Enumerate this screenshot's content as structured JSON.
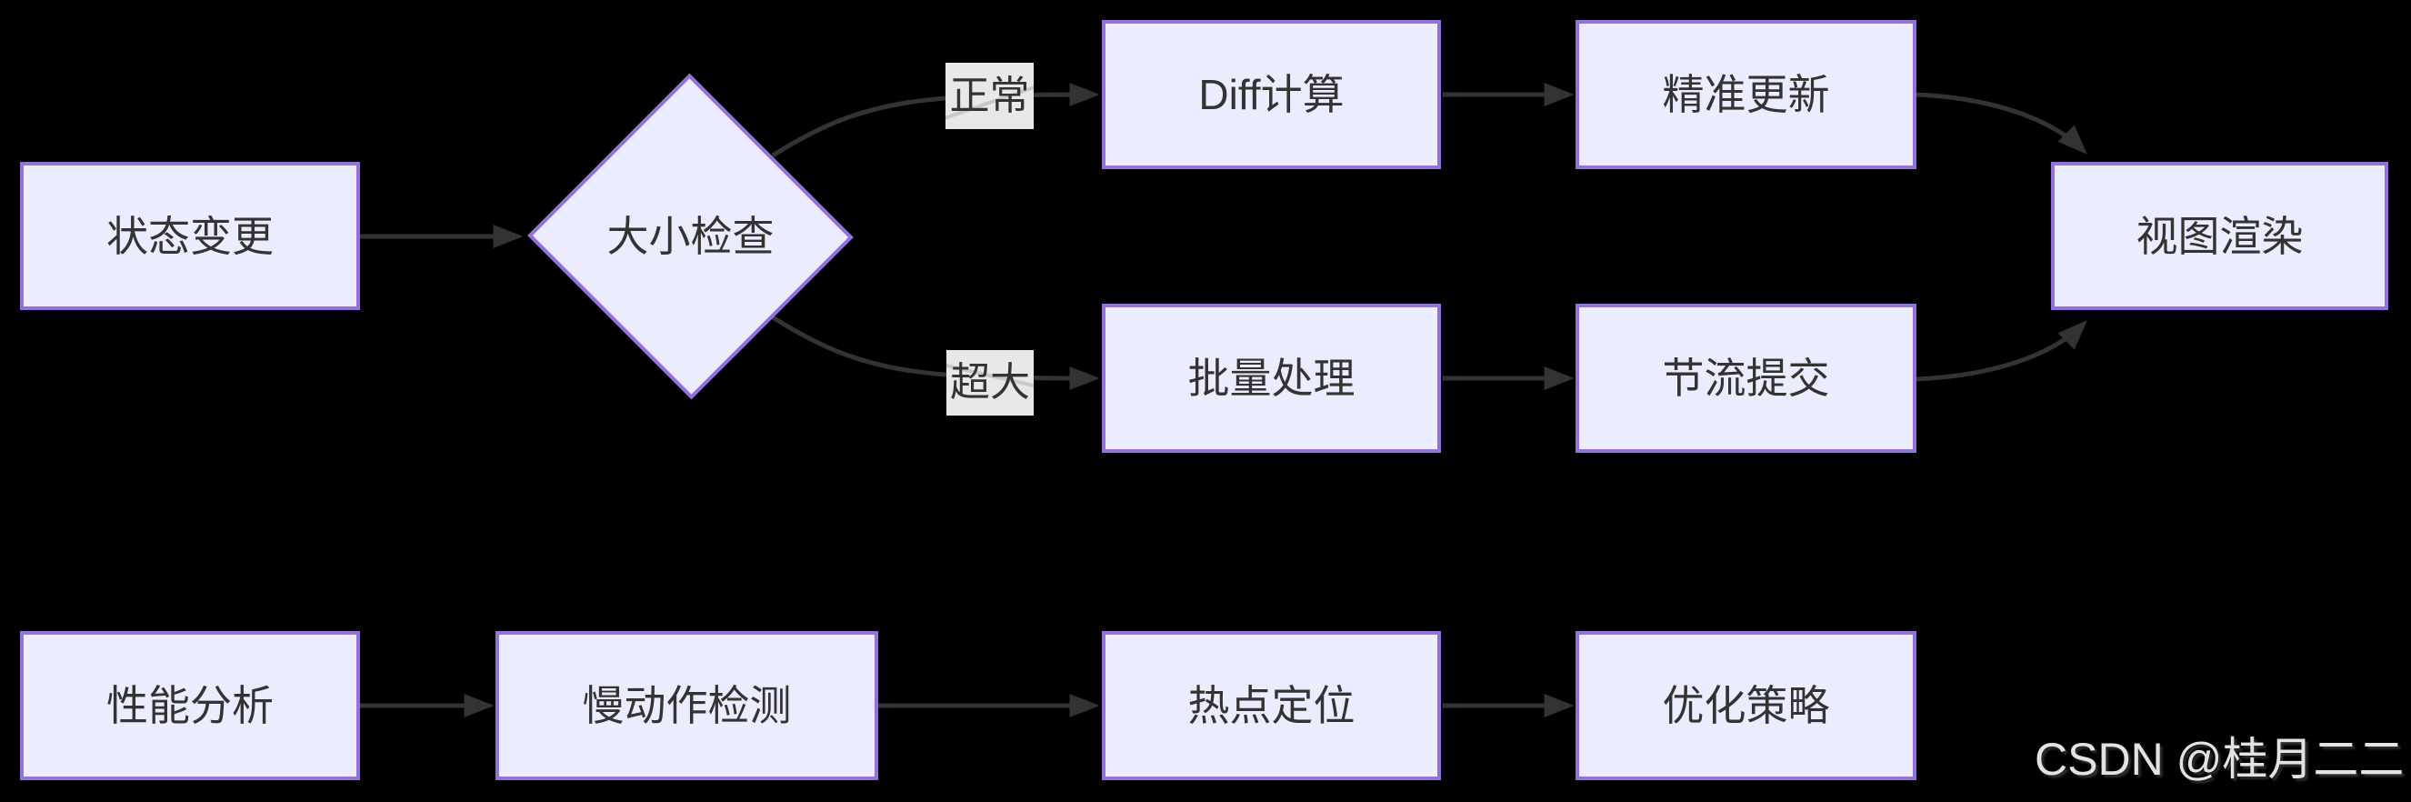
{
  "diagram": {
    "type": "flowchart",
    "background": "#000000",
    "colors": {
      "node_fill": "#ECECFF",
      "node_border": "#9370DB",
      "edge_line": "#333333",
      "node_text": "#333333",
      "edge_label_bg": "#e8e8e8",
      "watermark_text": "#e3e3e3"
    },
    "nodes": {
      "state_change": {
        "label": "状态变更",
        "shape": "rect"
      },
      "size_check": {
        "label": "大小检查",
        "shape": "diamond"
      },
      "diff_calc": {
        "label": "Diff计算",
        "shape": "rect"
      },
      "precise_update": {
        "label": "精准更新",
        "shape": "rect"
      },
      "view_render": {
        "label": "视图渲染",
        "shape": "rect"
      },
      "batch_process": {
        "label": "批量处理",
        "shape": "rect"
      },
      "throttle_commit": {
        "label": "节流提交",
        "shape": "rect"
      },
      "perf_analysis": {
        "label": "性能分析",
        "shape": "rect"
      },
      "slow_action_detect": {
        "label": "慢动作检测",
        "shape": "rect"
      },
      "hotspot_locate": {
        "label": "热点定位",
        "shape": "rect"
      },
      "optimize_strategy": {
        "label": "优化策略",
        "shape": "rect"
      }
    },
    "edge_labels": {
      "normal": "正常",
      "oversize": "超大"
    },
    "edges": [
      {
        "from": "state_change",
        "to": "size_check",
        "label": ""
      },
      {
        "from": "size_check",
        "to": "diff_calc",
        "label": "正常"
      },
      {
        "from": "diff_calc",
        "to": "precise_update",
        "label": ""
      },
      {
        "from": "precise_update",
        "to": "view_render",
        "label": ""
      },
      {
        "from": "size_check",
        "to": "batch_process",
        "label": "超大"
      },
      {
        "from": "batch_process",
        "to": "throttle_commit",
        "label": ""
      },
      {
        "from": "throttle_commit",
        "to": "view_render",
        "label": ""
      },
      {
        "from": "perf_analysis",
        "to": "slow_action_detect",
        "label": ""
      },
      {
        "from": "slow_action_detect",
        "to": "hotspot_locate",
        "label": ""
      },
      {
        "from": "hotspot_locate",
        "to": "optimize_strategy",
        "label": ""
      }
    ]
  },
  "watermark": {
    "text": "CSDN @桂月二二"
  }
}
